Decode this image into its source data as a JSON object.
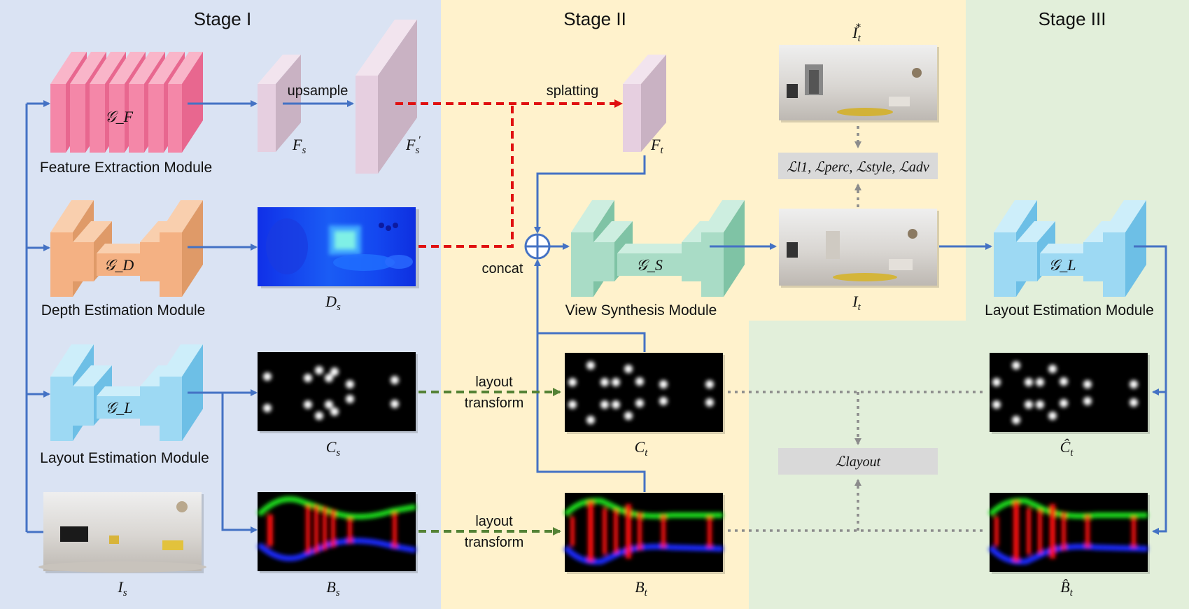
{
  "stages": {
    "stage1": "Stage I",
    "stage2": "Stage II",
    "stage3": "Stage III"
  },
  "modules": {
    "feature_extraction": "Feature Extraction Module",
    "depth_estimation": "Depth Estimation Module",
    "layout_estimation_1": "Layout Estimation Module",
    "view_synthesis": "View Synthesis Module",
    "layout_estimation_3": "Layout Estimation Module"
  },
  "network_labels": {
    "gF": "𝒢_F",
    "gD": "𝒢_D",
    "gL1": "𝒢_L",
    "gS": "𝒢_S",
    "gL3": "𝒢_L"
  },
  "edges": {
    "upsample": "upsample",
    "splatting": "splatting",
    "concat": "concat",
    "layout_transform_1a": "layout",
    "layout_transform_1b": "transform",
    "layout_transform_2a": "layout",
    "layout_transform_2b": "transform"
  },
  "tensors": {
    "Fs": "F",
    "Fs_sub": "s",
    "Fs_prime": "F",
    "Fs_prime_sub": "s",
    "Fs_prime_sup": "′",
    "Ft": "F",
    "Ft_sub": "t",
    "Ds": "D",
    "Ds_sub": "s",
    "Cs": "C",
    "Cs_sub": "s",
    "Bs": "B",
    "Bs_sub": "s",
    "Is": "I",
    "Is_sub": "s",
    "Ct": "C",
    "Ct_sub": "t",
    "Bt": "B",
    "Bt_sub": "t",
    "It": "I",
    "It_sub": "t",
    "It_star": "I",
    "It_star_sub": "t",
    "It_star_sup": "*",
    "Ct_hat": "Ĉ",
    "Ct_hat_sub": "t",
    "Bt_hat": "B̂",
    "Bt_hat_sub": "t"
  },
  "losses": {
    "synthesis": "ℒl1, ℒperc, ℒstyle, ℒadv",
    "layout": "ℒlayout"
  },
  "colors": {
    "stage1_bg": "#dae3f3",
    "stage2_bg": "#fff2cc",
    "stage3_bg": "#e2efda",
    "arrow_blue": "#4472c4",
    "arrow_red": "#e01010",
    "arrow_green": "#548235",
    "arrow_gray": "#8c8c8c",
    "feature_pink": "#f487a8",
    "depth_orange": "#f4b183",
    "layout_blue": "#9dd9f3",
    "synth_teal": "#a9dcc6",
    "feature_map": "#e6cfe0",
    "loss_box": "#d9d9d9"
  }
}
